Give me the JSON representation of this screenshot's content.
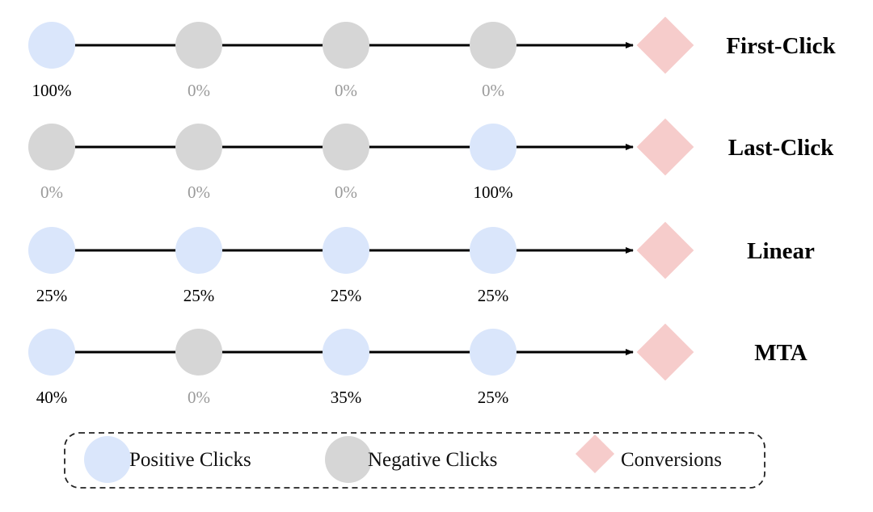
{
  "colors": {
    "positive": "#dae6fb",
    "negative": "#d6d6d6",
    "conversion": "#f6cccb",
    "text_positive": "#000000",
    "text_negative": "#9a9a9a",
    "line": "#000000"
  },
  "rows": [
    {
      "label": "First-Click",
      "clicks": [
        {
          "type": "positive",
          "value": "100%"
        },
        {
          "type": "negative",
          "value": "0%"
        },
        {
          "type": "negative",
          "value": "0%"
        },
        {
          "type": "negative",
          "value": "0%"
        }
      ]
    },
    {
      "label": "Last-Click",
      "clicks": [
        {
          "type": "negative",
          "value": "0%"
        },
        {
          "type": "negative",
          "value": "0%"
        },
        {
          "type": "negative",
          "value": "0%"
        },
        {
          "type": "positive",
          "value": "100%"
        }
      ]
    },
    {
      "label": "Linear",
      "clicks": [
        {
          "type": "positive",
          "value": "25%"
        },
        {
          "type": "positive",
          "value": "25%"
        },
        {
          "type": "positive",
          "value": "25%"
        },
        {
          "type": "positive",
          "value": "25%"
        }
      ]
    },
    {
      "label": "MTA",
      "clicks": [
        {
          "type": "positive",
          "value": "40%"
        },
        {
          "type": "negative",
          "value": "0%"
        },
        {
          "type": "positive",
          "value": "35%"
        },
        {
          "type": "positive",
          "value": "25%"
        }
      ]
    }
  ],
  "legend": {
    "positive_label": "Positive Clicks",
    "negative_label": "Negative Clicks",
    "conversion_label": "Conversions"
  }
}
